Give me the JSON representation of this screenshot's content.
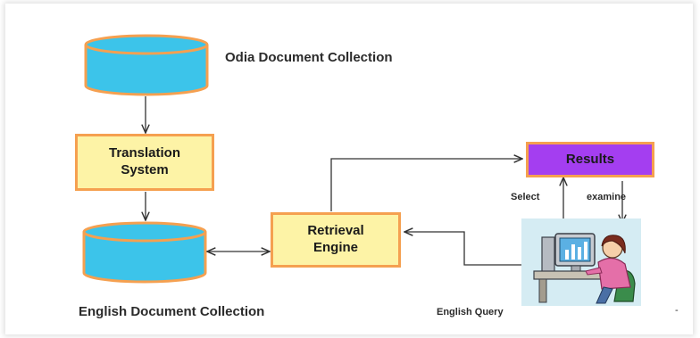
{
  "diagram": {
    "odia_collection_label": "Odia Document Collection",
    "translation_system_label": "Translation\nSystem",
    "english_collection_label": "English Document Collection",
    "retrieval_engine_label": "Retrieval\nEngine",
    "results_label": "Results",
    "select_label": "Select",
    "examine_label": "examine",
    "english_query_label": "English Query",
    "dash_mark": "-"
  },
  "colors": {
    "cylinder_fill": "#3cc4ea",
    "cylinder_stroke": "#f5a050",
    "box_fill": "#fdf3a6",
    "box_border": "#f5a050",
    "results_fill": "#a43ef0",
    "arrow": "#333333"
  },
  "icons": {
    "user": "user-at-computer-icon"
  }
}
